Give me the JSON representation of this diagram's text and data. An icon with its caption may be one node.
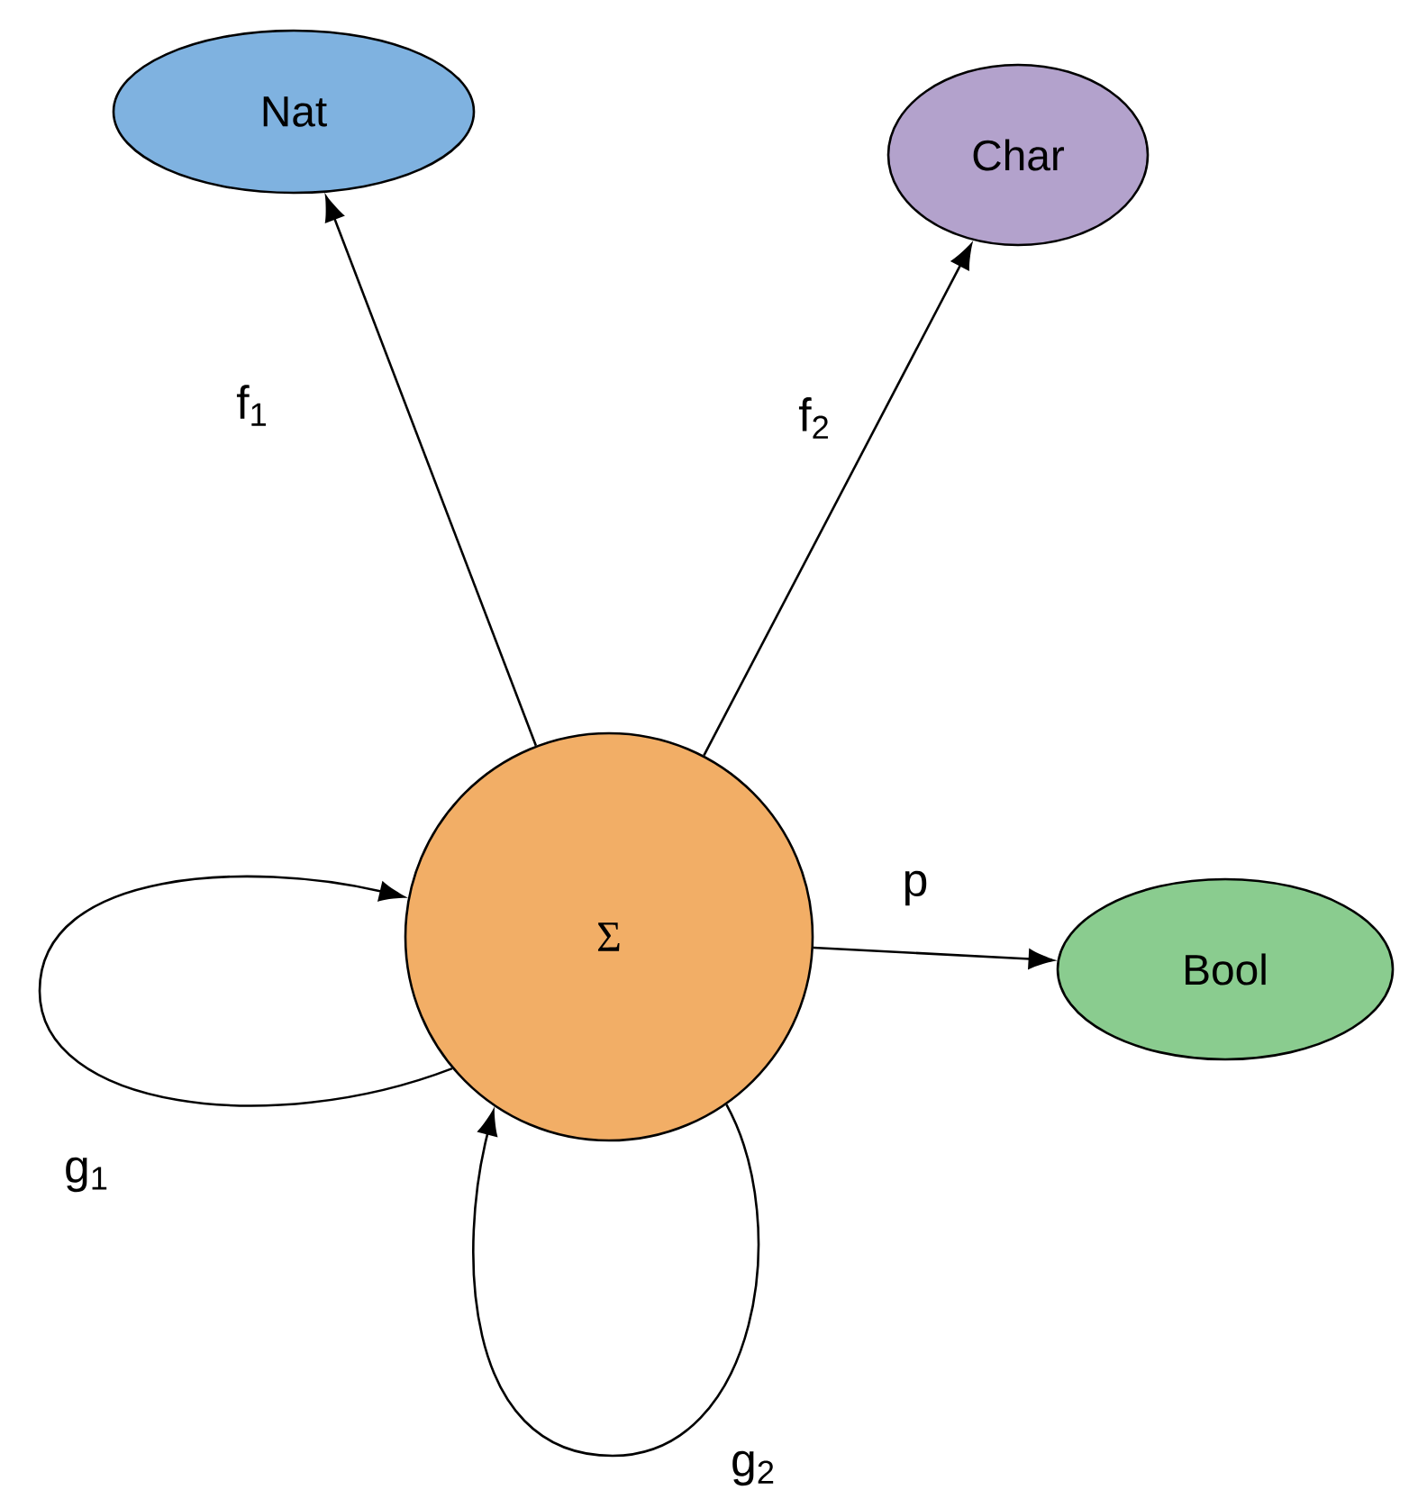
{
  "diagram": {
    "nodes": [
      {
        "text": [
          "Nat"
        ]
      },
      {
        "text": [
          "Char"
        ]
      },
      {
        "text": [
          "Σ"
        ]
      },
      {
        "text": [
          "Bool"
        ]
      }
    ],
    "edges": [
      {
        "from": 2,
        "to": 0,
        "arrow": "to",
        "label": "f$_{1}$"
      },
      {
        "from": 2,
        "to": 1,
        "arrow": "to",
        "label": "f$_{2}$"
      },
      {
        "from": 2,
        "to": 3,
        "arrow": "to",
        "label": "p"
      },
      {
        "from": 2,
        "to": 2,
        "arrow": "to",
        "label": "g$_{1}$"
      },
      {
        "from": 2,
        "to": 2,
        "arrow": "to",
        "label": "g$_{2}$"
      }
    ]
  }
}
